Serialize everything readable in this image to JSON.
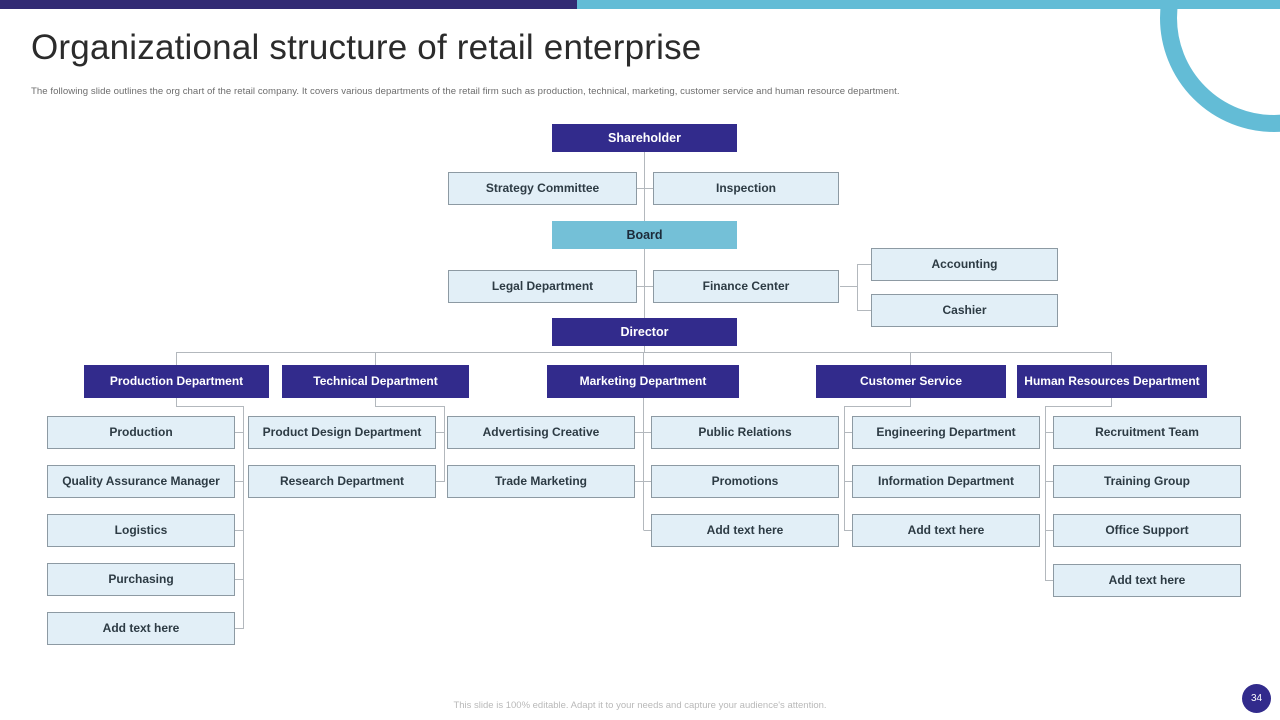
{
  "theme": {
    "accent_purple": "#322b8c",
    "accent_blue": "#63bcd6",
    "node_light_fill": "#e2eff7",
    "node_border": "#8d9aa3",
    "topbar_left": "#322b74",
    "topbar_right": "#63bcd6"
  },
  "header": {
    "title": "Organizational structure of retail enterprise",
    "subtitle": "The following slide outlines the org chart of the retail company. It covers various departments of the retail firm such as production, technical, marketing, customer service and human resource department."
  },
  "footer": {
    "note": "This slide is 100% editable. Adapt it to your needs and capture your audience's attention.",
    "page_number": "34"
  },
  "chart_data": {
    "type": "diagram",
    "title": "Organizational structure of retail enterprise",
    "nodes": {
      "shareholder": "Shareholder",
      "strategy_committee": "Strategy Committee",
      "inspection": "Inspection",
      "board": "Board",
      "legal_department": "Legal Department",
      "finance_center": "Finance Center",
      "accounting": "Accounting",
      "cashier": "Cashier",
      "director": "Director"
    },
    "departments": [
      {
        "name": "Production Department",
        "children": [
          "Production",
          "Quality Assurance Manager",
          "Logistics",
          "Purchasing",
          "Add text here"
        ]
      },
      {
        "name": "Technical Department",
        "children": [
          "Product Design Department",
          "Research Department"
        ]
      },
      {
        "name": "Marketing Department",
        "children": [
          "Advertising Creative",
          "Trade Marketing"
        ]
      },
      {
        "name": "Customer  Service",
        "children": [
          "Public Relations",
          "Promotions",
          "Add text here"
        ]
      },
      {
        "name": "Customer  Service",
        "children": [
          "Engineering Department",
          "Information Department",
          "Add text here"
        ]
      },
      {
        "name": "Human Resources Department",
        "children": [
          "Recruitment Team",
          "Training Group",
          "Office Support",
          "Add text here"
        ]
      }
    ],
    "department_headers": [
      "Production  Department",
      "Technical Department",
      "Marketing Department",
      "Customer  Service",
      "Human Resources Department"
    ],
    "columns": [
      {
        "header": "Production  Department",
        "items": [
          "Production",
          "Quality Assurance  Manager",
          "Logistics",
          "Purchasing",
          "Add text here"
        ]
      },
      {
        "header": "Technical Department",
        "items": [
          "Product Design Department",
          "Research Department"
        ]
      },
      {
        "header": "Marketing Department",
        "items": [
          "Advertising  Creative",
          "Trade Marketing"
        ]
      },
      {
        "header": "",
        "items": [
          "Public Relations",
          "Promotions",
          "Add text here"
        ]
      },
      {
        "header": "Customer  Service",
        "items": [
          "Engineering Department",
          "Information Department",
          "Add text here"
        ]
      },
      {
        "header": "Human Resources Department",
        "items": [
          "Recruitment Team",
          "Training Group",
          "Office Support",
          "Add text here"
        ]
      }
    ]
  }
}
